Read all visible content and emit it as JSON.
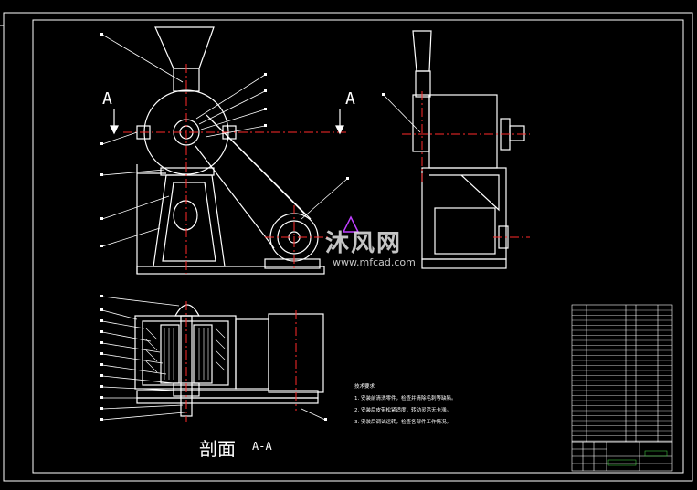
{
  "drawing": {
    "section_title": "剖面",
    "section_name": "A-A",
    "section_marker_left": "A",
    "section_marker_right": "A"
  },
  "technical_notes": {
    "heading": "技术要求",
    "items": [
      "1. 安装前清洗零件，检查并清除毛刺等缺陷。",
      "2. 安装后皮带松紧适度，转动灵活无卡滞。",
      "3. 安装后调试运转，检查各部件工作情况。"
    ]
  },
  "watermark": {
    "text": "沐风网",
    "url": "www.mfcad.com"
  },
  "colors": {
    "background": "#000000",
    "outline": "#ffffff",
    "centerline": "#ff2a2a",
    "watermark_accent": "#c040ff"
  }
}
